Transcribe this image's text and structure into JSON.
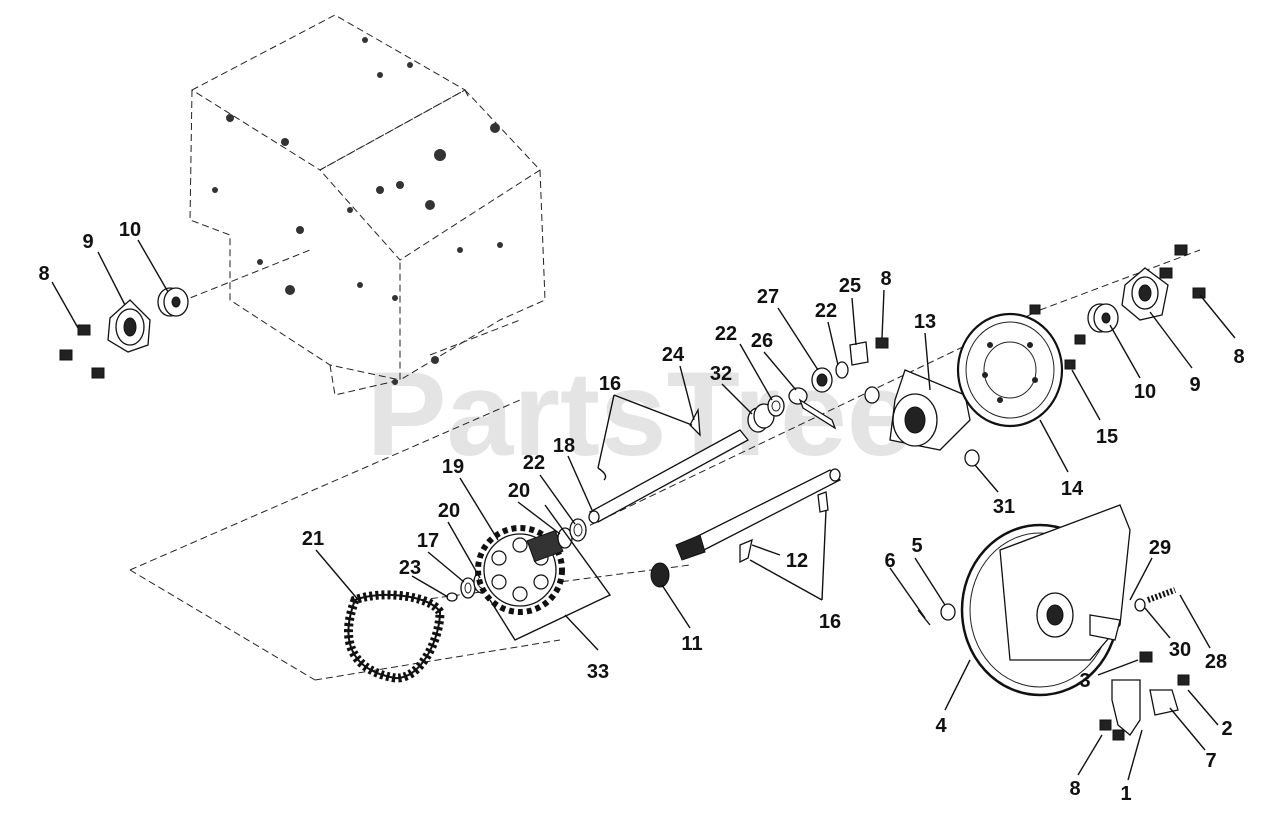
{
  "watermark": "PartsTree",
  "callouts": [
    {
      "id": "c-8a",
      "text": "8"
    },
    {
      "id": "c-9a",
      "text": "9"
    },
    {
      "id": "c-10a",
      "text": "10"
    },
    {
      "id": "c-27",
      "text": "27"
    },
    {
      "id": "c-25",
      "text": "25"
    },
    {
      "id": "c-8b",
      "text": "8"
    },
    {
      "id": "c-22a",
      "text": "22"
    },
    {
      "id": "c-22b",
      "text": "22"
    },
    {
      "id": "c-26",
      "text": "26"
    },
    {
      "id": "c-24",
      "text": "24"
    },
    {
      "id": "c-13",
      "text": "13"
    },
    {
      "id": "c-32",
      "text": "32"
    },
    {
      "id": "c-16a",
      "text": "16"
    },
    {
      "id": "c-18",
      "text": "18"
    },
    {
      "id": "c-22c",
      "text": "22"
    },
    {
      "id": "c-19",
      "text": "19"
    },
    {
      "id": "c-20a",
      "text": "20"
    },
    {
      "id": "c-20b",
      "text": "20"
    },
    {
      "id": "c-17",
      "text": "17"
    },
    {
      "id": "c-21",
      "text": "21"
    },
    {
      "id": "c-23",
      "text": "23"
    },
    {
      "id": "c-33",
      "text": "33"
    },
    {
      "id": "c-11",
      "text": "11"
    },
    {
      "id": "c-12",
      "text": "12"
    },
    {
      "id": "c-16b",
      "text": "16"
    },
    {
      "id": "c-10b",
      "text": "10"
    },
    {
      "id": "c-9b",
      "text": "9"
    },
    {
      "id": "c-8c",
      "text": "8"
    },
    {
      "id": "c-15",
      "text": "15"
    },
    {
      "id": "c-14",
      "text": "14"
    },
    {
      "id": "c-31",
      "text": "31"
    },
    {
      "id": "c-6",
      "text": "6"
    },
    {
      "id": "c-5",
      "text": "5"
    },
    {
      "id": "c-29",
      "text": "29"
    },
    {
      "id": "c-30",
      "text": "30"
    },
    {
      "id": "c-28",
      "text": "28"
    },
    {
      "id": "c-3",
      "text": "3"
    },
    {
      "id": "c-2",
      "text": "2"
    },
    {
      "id": "c-4",
      "text": "4"
    },
    {
      "id": "c-7",
      "text": "7"
    },
    {
      "id": "c-8d",
      "text": "8"
    },
    {
      "id": "c-1",
      "text": "1"
    }
  ]
}
